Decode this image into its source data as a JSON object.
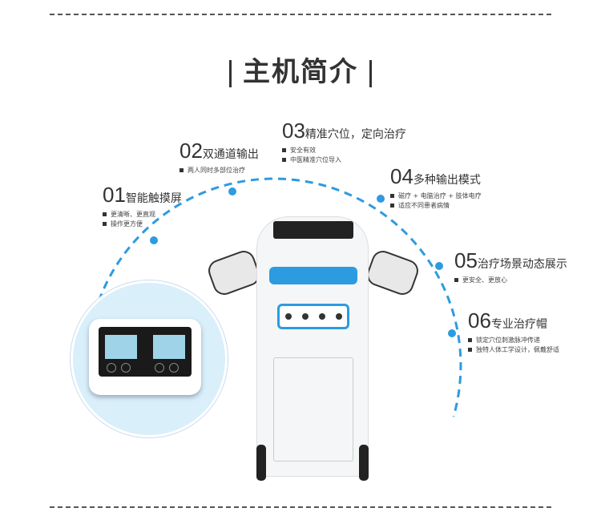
{
  "title": "主机简介",
  "features": [
    {
      "num": "01",
      "name": "智能触摸屏",
      "bullets": [
        "更清晰、更直观",
        "操作更方便"
      ]
    },
    {
      "num": "02",
      "name": "双通道输出",
      "bullets": [
        "两人同时多部位治疗"
      ]
    },
    {
      "num": "03",
      "name": "精准穴位，定向治疗",
      "bullets": [
        "安全有效",
        "中医精准穴位导入"
      ]
    },
    {
      "num": "04",
      "name": "多种输出模式",
      "bullets": [
        "磁疗 + 电脑治疗 + 肢体电疗",
        "适应不同患者病情"
      ]
    },
    {
      "num": "05",
      "name": "治疗场景动态展示",
      "bullets": [
        "更安全、更放心"
      ]
    },
    {
      "num": "06",
      "name": "专业治疗帽",
      "bullets": [
        "锁定穴位刺激脉冲传递",
        "独特人体工学设计，佩戴舒适"
      ]
    }
  ],
  "colors": {
    "accent": "#2d9be0",
    "text": "#333333"
  }
}
